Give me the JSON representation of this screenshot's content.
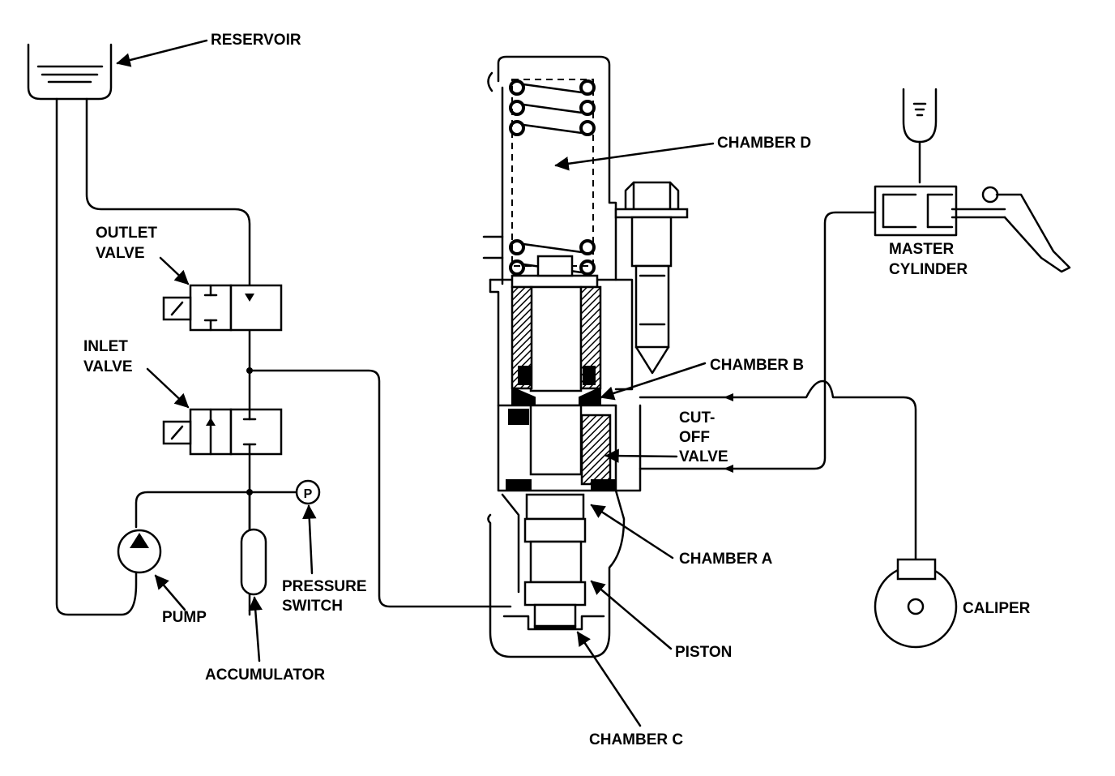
{
  "labels": {
    "reservoir": "RESERVOIR",
    "outlet_valve_1": "OUTLET",
    "outlet_valve_2": "VALVE",
    "inlet_valve_1": "INLET",
    "inlet_valve_2": "VALVE",
    "pump": "PUMP",
    "accumulator": "ACCUMULATOR",
    "pressure_switch_1": "PRESSURE",
    "pressure_switch_2": "SWITCH",
    "pressure_switch_symbol": "P",
    "chamber_d": "CHAMBER D",
    "chamber_b": "CHAMBER B",
    "cutoff_valve_1": "CUT-",
    "cutoff_valve_2": "OFF",
    "cutoff_valve_3": "VALVE",
    "chamber_a": "CHAMBER A",
    "piston": "PISTON",
    "chamber_c": "CHAMBER C",
    "master_cylinder_1": "MASTER",
    "master_cylinder_2": "CYLINDER",
    "caliper": "CALIPER"
  }
}
